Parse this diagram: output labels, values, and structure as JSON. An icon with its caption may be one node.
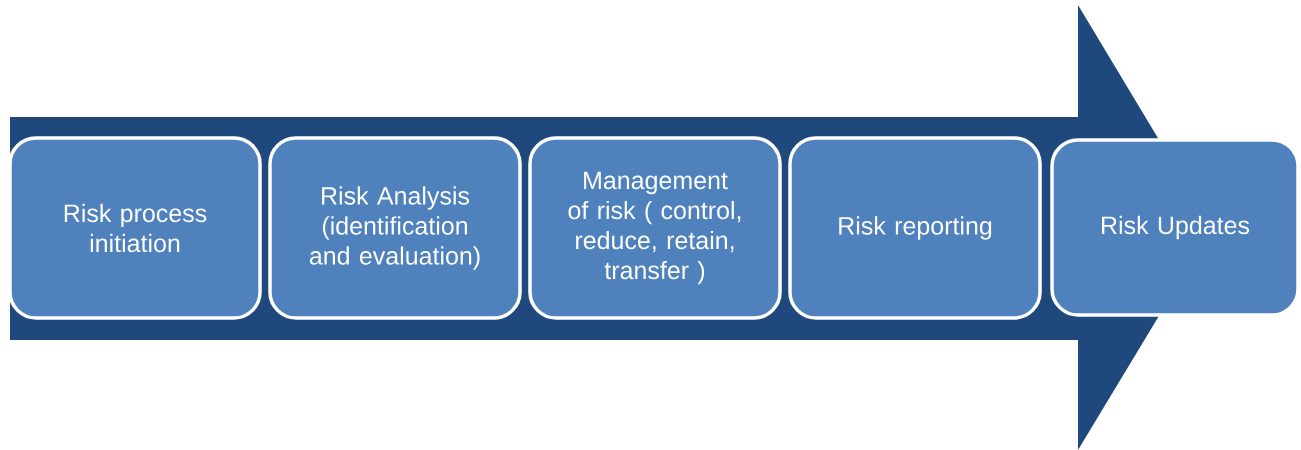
{
  "diagram": {
    "nodes": [
      {
        "text": [
          "Risk process initiation"
        ]
      },
      {
        "text": [
          "Risk Analysis (identification and evaluation)"
        ]
      },
      {
        "text": [
          "Management of risk ( control, reduce, retain, transfer )"
        ]
      },
      {
        "text": [
          "Risk reporting"
        ]
      },
      {
        "text": [
          "Risk Updates"
        ]
      }
    ]
  }
}
